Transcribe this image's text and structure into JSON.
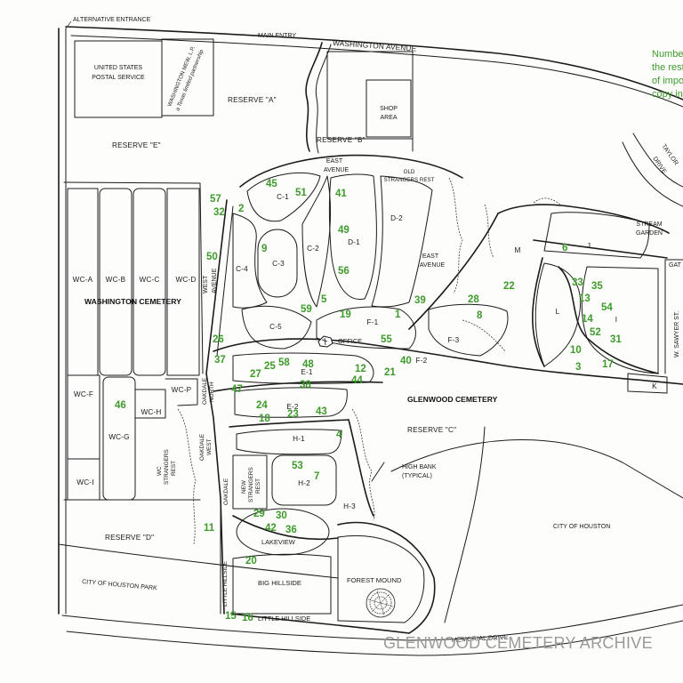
{
  "colors": {
    "number": "#3f9a2c",
    "ink": "#1b1b1b",
    "watermark": "#9a9a9a"
  },
  "icons": {
    "office": "building-icon",
    "forest_mound": "tree-icon"
  },
  "labels": {
    "alt_entrance": "ALTERNATIVE ENTRANCE",
    "main_entry": "MAIN ENTRY",
    "washington_ave": "WASHINGTON AVENUE",
    "usps": [
      "UNITED STATES",
      "POSTAL SERVICE"
    ],
    "wash_mew": [
      "WASHINGTON MEW, L.P.",
      "a Texas limited partnership"
    ],
    "reserve_a": "RESERVE \"A\"",
    "reserve_b": "RESERVE \"B\"",
    "reserve_c": "RESERVE \"C\"",
    "reserve_d": "RESERVE \"D\"",
    "reserve_e": "RESERVE \"E\"",
    "shop_area": [
      "SHOP",
      "AREA"
    ],
    "east_avenue_top": [
      "EAST",
      "AVENUE"
    ],
    "east_avenue_mid": [
      "EAST",
      "AVENUE"
    ],
    "old_strangers_rest": [
      "OLD",
      "STRANGERS REST"
    ],
    "taylor_drive": [
      "TAYLOR",
      "DRIVE"
    ],
    "stream_garden": [
      "STREAM",
      "GARDEN"
    ],
    "gat": "GAT",
    "w_sawyer": "W. SAWYER ST.",
    "washington_cemetery": "WASHINGTON CEMETERY",
    "glenwood_cemetery": "GLENWOOD CEMETERY",
    "west_avenue": [
      "WEST",
      "AVENUE"
    ],
    "oakdale_north": [
      "OAKDALE",
      "NORTH"
    ],
    "oakdale_west": [
      "OAKDALE",
      "WEST"
    ],
    "oakdale": "OAKDALE",
    "wc_strangers_rest": [
      "WC",
      "STRANGERS",
      "REST"
    ],
    "new_strangers_rest": [
      "NEW",
      "STRANGERS",
      "REST"
    ],
    "little_hillside_v": "LITTLE HILLSIDE",
    "little_hillside_h": "LITTLE HILLSIDE",
    "big_hillside": "BIG HILLSIDE",
    "lakeview": "LAKEVIEW",
    "forest_mound": "FOREST MOUND",
    "high_bank": [
      "HIGH BANK",
      "(TYPICAL)"
    ],
    "city_of_houston": "CITY OF HOUSTON",
    "city_of_houston_park": "CITY OF HOUSTON PARK",
    "memorial_drive": "MEMORIAL DRIVE",
    "office": "OFFICE",
    "sections": {
      "c1": "C-1",
      "c2": "C-2",
      "c3": "C-3",
      "c4": "C-4",
      "c5": "C-5",
      "d1": "D-1",
      "d2": "D-2",
      "e1": "E-1",
      "e2": "E-2",
      "f1": "F-1",
      "f2": "F-2",
      "f3": "F-3",
      "h1": "H-1",
      "h2": "H-2",
      "h3": "H-3",
      "i": "I",
      "j": "J",
      "k": "K",
      "l": "L",
      "m": "M",
      "wca": "WC-A",
      "wcb": "WC-B",
      "wcc": "WC-C",
      "wcd": "WC-D",
      "wcf": "WC-F",
      "wcg": "WC-G",
      "wch": "WC-H",
      "wci": "WC-I",
      "wcp": "WC-P"
    }
  },
  "note_lines": [
    "Numbe",
    "the rest",
    "of impo",
    "copy in"
  ],
  "watermark": "GLENWOOD CEMETERY ARCHIVE",
  "markers": [
    "57",
    "32",
    "2",
    "45",
    "51",
    "41",
    "9",
    "50",
    "49",
    "56",
    "39",
    "28",
    "22",
    "8",
    "6",
    "33",
    "35",
    "13",
    "54",
    "14",
    "52",
    "31",
    "10",
    "3",
    "17",
    "5",
    "59",
    "19",
    "1",
    "55",
    "26",
    "37",
    "25",
    "58",
    "48",
    "27",
    "38",
    "12",
    "44",
    "21",
    "40",
    "47",
    "46",
    "24",
    "18",
    "23",
    "43",
    "4",
    "53",
    "7",
    "29",
    "30",
    "42",
    "36",
    "11",
    "20",
    "15",
    "16"
  ]
}
